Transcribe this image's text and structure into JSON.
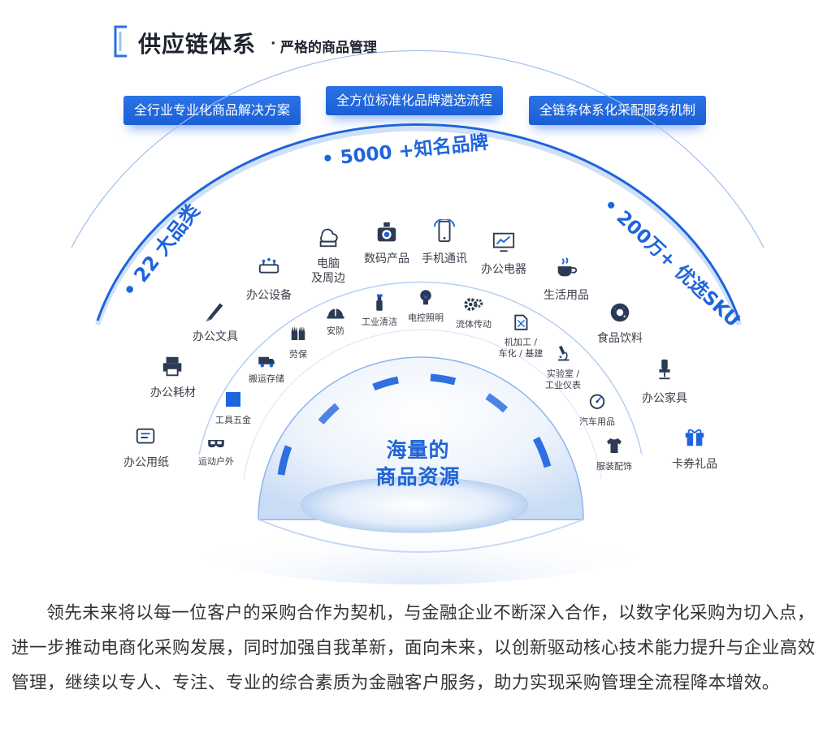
{
  "header": {
    "title": "供应链体系",
    "separator": "·",
    "subtitle": "严格的商品管理"
  },
  "pills": [
    {
      "label": "全行业专业化商品解决方案"
    },
    {
      "label": "全方位标准化品牌遴选流程"
    },
    {
      "label": "全链条体系化采配服务机制"
    }
  ],
  "arc_labels": {
    "categories": "22 大品类",
    "brands": "5000 +知名品牌",
    "sku": "200万+ 优选SKU"
  },
  "outer_items": [
    {
      "name": "办公用纸",
      "icon": "paper-roll-icon"
    },
    {
      "name": "办公耗材",
      "icon": "printer-icon"
    },
    {
      "name": "办公文具",
      "icon": "pen-icon"
    },
    {
      "name": "办公设备",
      "icon": "office-equipment-icon"
    },
    {
      "name": "电脑\n及周边",
      "icon": "computer-icon"
    },
    {
      "name": "数码产品",
      "icon": "camera-icon"
    },
    {
      "name": "手机通讯",
      "icon": "mobile-phone-icon"
    },
    {
      "name": "办公电器",
      "icon": "monitor-icon"
    },
    {
      "name": "生活用品",
      "icon": "coffee-cup-icon"
    },
    {
      "name": "食品饮料",
      "icon": "donut-icon"
    },
    {
      "name": "办公家具",
      "icon": "office-chair-icon"
    },
    {
      "name": "卡券礼品",
      "icon": "gift-icon"
    }
  ],
  "inner_items": [
    {
      "name": "运动户外",
      "icon": "goggles-icon"
    },
    {
      "name": "工具五金",
      "icon": "toolbox-icon"
    },
    {
      "name": "搬运存储",
      "icon": "truck-icon"
    },
    {
      "name": "劳保",
      "icon": "gloves-icon"
    },
    {
      "name": "安防",
      "icon": "helmet-icon"
    },
    {
      "name": "工业清洁",
      "icon": "spray-bottle-icon"
    },
    {
      "name": "电控照明",
      "icon": "bulb-icon"
    },
    {
      "name": "流体传动",
      "icon": "gears-icon"
    },
    {
      "name": "机加工 /\n车化 / 基建",
      "icon": "fuel-can-icon"
    },
    {
      "name": "实验室 /\n工业仪表",
      "icon": "microscope-icon"
    },
    {
      "name": "汽车用品",
      "icon": "gauge-icon"
    },
    {
      "name": "服装配饰",
      "icon": "shirt-icon"
    }
  ],
  "center": {
    "line1": "海量的",
    "line2": "商品资源"
  },
  "paragraph": "领先未来将以每一位客户的采购合作为契机，与金融企业不断深入合作，以数字化采购为切入点，进一步推动电商化采购发展，同时加强自我革新，面向未来，以创新驱动核心技术能力提升与企业高效管理，继续以专人、专注、专业的综合素质为金融客户服务，助力实现采购管理全流程降本增效。",
  "colors": {
    "accent": "#1e64dc",
    "accent_light": "#7fb0f2",
    "text": "#333333"
  }
}
